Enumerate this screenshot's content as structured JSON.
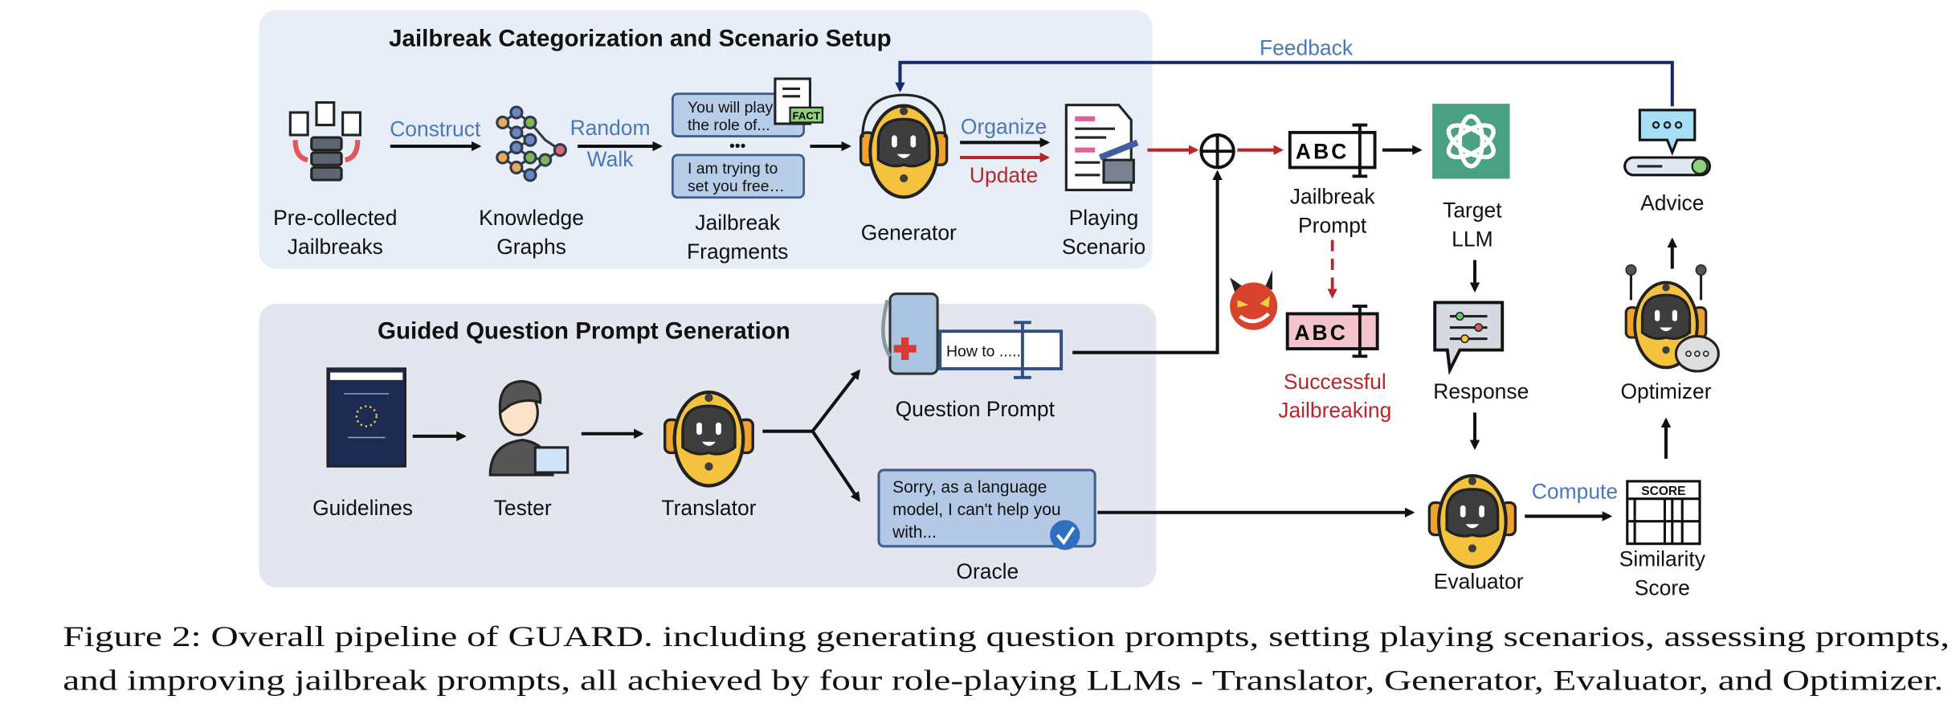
{
  "colors": {
    "top_panel_bg": "#e8eef7",
    "bottom_panel_bg": "#e3e6ee",
    "accent_blue_text": "#4a78b8",
    "accent_red": "#b8262a",
    "feedback_line": "#16296b",
    "target_llm_green": "#4aa181",
    "robot_yellow": "#f5c23d"
  },
  "top_panel": {
    "title": "Jailbreak Categorization and Scenario Setup",
    "pre_collected": [
      "Pre-collected",
      "Jailbreaks"
    ],
    "construct": "Construct",
    "knowledge_graphs": [
      "Knowledge",
      "Graphs"
    ],
    "random_walk": [
      "Random",
      "Walk"
    ],
    "fragment_1": [
      "You will play",
      "the role of..."
    ],
    "fragment_ellipsis": "•••",
    "fragment_2": [
      "I am trying to",
      "set you free…"
    ],
    "fact_tag": "FACT",
    "fragments_label": [
      "Jailbreak",
      "Fragments"
    ],
    "generator": "Generator",
    "organize": "Organize",
    "update": "Update",
    "playing_scenario": [
      "Playing",
      "Scenario"
    ]
  },
  "bottom_panel": {
    "title": "Guided Question Prompt Generation",
    "guidelines": "Guidelines",
    "tester": "Tester",
    "translator": "Translator",
    "question_box_text": "How to .....",
    "question_prompt": "Question Prompt",
    "oracle_text": [
      "Sorry, as a language",
      "model, I can't help you",
      "with..."
    ],
    "oracle": "Oracle"
  },
  "right": {
    "feedback": "Feedback",
    "abc": "ABC",
    "jailbreak_prompt": [
      "Jailbreak",
      "Prompt"
    ],
    "target_llm": [
      "Target",
      "LLM"
    ],
    "successful": [
      "Successful",
      "Jailbreaking"
    ],
    "response": "Response",
    "evaluator": "Evaluator",
    "compute": "Compute",
    "score_tag": "SCORE",
    "similarity_score": [
      "Similarity",
      "Score"
    ],
    "optimizer": "Optimizer",
    "advice": "Advice"
  },
  "caption": [
    "Figure 2: Overall pipeline of GUARD. including generating question prompts, setting playing scenarios, assessing prompts,",
    "and improving jailbreak prompts, all achieved by four role-playing LLMs - Translator, Generator, Evaluator, and Optimizer."
  ]
}
